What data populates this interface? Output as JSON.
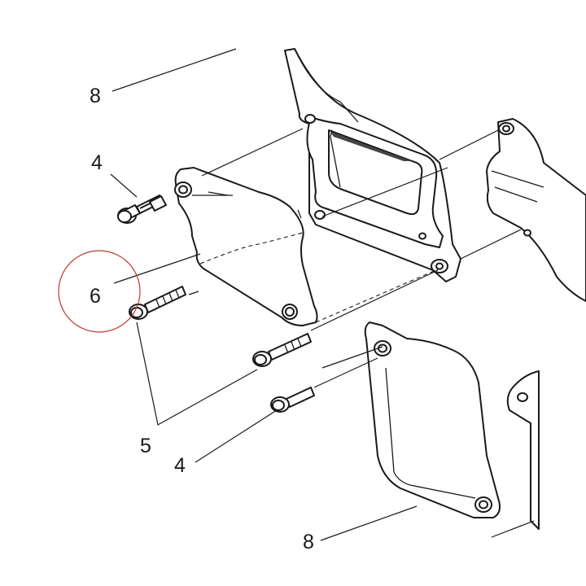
{
  "diagram": {
    "labels": {
      "top_left": "8",
      "bolt_upper": "4",
      "circled": "6",
      "bolts_pair": "5",
      "bolt_lower": "4",
      "bottom_cut": "8"
    },
    "highlight_color": "#c0392b",
    "line_color": "#1a1a1a"
  }
}
